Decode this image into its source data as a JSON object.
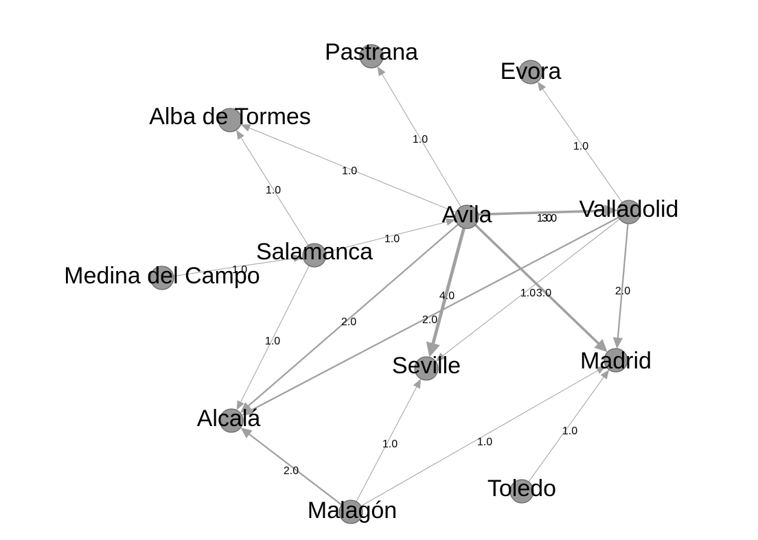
{
  "colors": {
    "background": "#ffffff",
    "node_fill": "#989898",
    "node_stroke": "#666666",
    "edge": "#a0a0a0",
    "text": "#000000"
  },
  "graph": {
    "type": "directed-weighted-network",
    "nodes": [
      {
        "id": "Pastrana",
        "label": "Pastrana"
      },
      {
        "id": "Evora",
        "label": "Evora"
      },
      {
        "id": "AlbaDeTormes",
        "label": "Alba de Tormes"
      },
      {
        "id": "Avila",
        "label": "Avila"
      },
      {
        "id": "Valladolid",
        "label": "Valladolid"
      },
      {
        "id": "Salamanca",
        "label": "Salamanca"
      },
      {
        "id": "MedinaDelCampo",
        "label": "Medina del Campo"
      },
      {
        "id": "Seville",
        "label": "Seville"
      },
      {
        "id": "Madrid",
        "label": "Madrid"
      },
      {
        "id": "Alcala",
        "label": "Alcalá"
      },
      {
        "id": "Toledo",
        "label": "Toledo"
      },
      {
        "id": "Malagon",
        "label": "Malagón"
      }
    ],
    "edges": [
      {
        "source": "Avila",
        "target": "Pastrana",
        "weight": 1.0,
        "label": "1.0"
      },
      {
        "source": "Avila",
        "target": "AlbaDeTormes",
        "weight": 1.0,
        "label": "1.0"
      },
      {
        "source": "Salamanca",
        "target": "AlbaDeTormes",
        "weight": 1.0,
        "label": "1.0"
      },
      {
        "source": "Salamanca",
        "target": "Avila",
        "weight": 1.0,
        "label": "1.0"
      },
      {
        "source": "MedinaDelCampo",
        "target": "Salamanca",
        "weight": 1.0,
        "label": "1.0"
      },
      {
        "source": "Salamanca",
        "target": "Alcala",
        "weight": 1.0,
        "label": "1.0"
      },
      {
        "source": "Valladolid",
        "target": "Evora",
        "weight": 1.0,
        "label": "1.0"
      },
      {
        "source": "Avila",
        "target": "Valladolid",
        "weight": 3.0,
        "label": "3.0"
      },
      {
        "source": "Valladolid",
        "target": "Avila",
        "weight": 1.0,
        "label": "1.0"
      },
      {
        "source": "Avila",
        "target": "Seville",
        "weight": 4.0,
        "label": "4.0"
      },
      {
        "source": "Avila",
        "target": "Alcala",
        "weight": 2.0,
        "label": "2.0"
      },
      {
        "source": "Avila",
        "target": "Madrid",
        "weight": 3.0,
        "label": "3.0"
      },
      {
        "source": "Valladolid",
        "target": "Alcala",
        "weight": 2.0,
        "label": "2.0"
      },
      {
        "source": "Valladolid",
        "target": "Seville",
        "weight": 1.0,
        "label": "1.0"
      },
      {
        "source": "Valladolid",
        "target": "Madrid",
        "weight": 2.0,
        "label": "2.0"
      },
      {
        "source": "Malagon",
        "target": "Alcala",
        "weight": 2.0,
        "label": "2.0"
      },
      {
        "source": "Malagon",
        "target": "Seville",
        "weight": 1.0,
        "label": "1.0"
      },
      {
        "source": "Malagon",
        "target": "Madrid",
        "weight": 1.0,
        "label": "1.0"
      },
      {
        "source": "Toledo",
        "target": "Madrid",
        "weight": 1.0,
        "label": "1.0"
      }
    ]
  }
}
